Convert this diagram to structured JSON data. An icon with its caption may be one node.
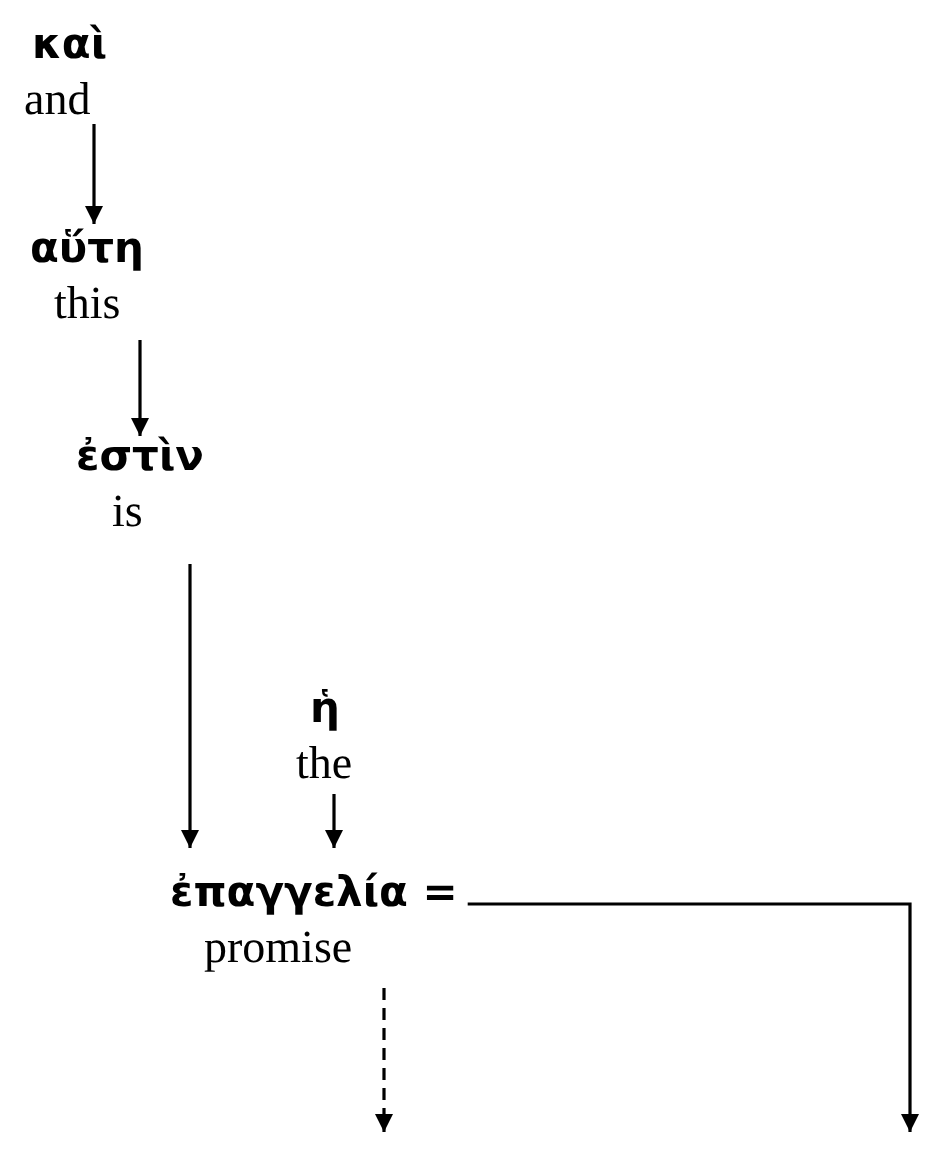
{
  "diagram": {
    "nodes": [
      {
        "text": [
          "καὶ",
          "and"
        ]
      },
      {
        "text": [
          "αὕτη",
          "this"
        ]
      },
      {
        "text": [
          "ἐστὶν",
          "is"
        ]
      },
      {
        "text": [
          "ἡ",
          "the"
        ]
      },
      {
        "text": [
          "ἐπαγγελία =",
          "promise"
        ]
      }
    ],
    "edges": [
      {
        "from": 0,
        "to": 1,
        "arrow": "to"
      },
      {
        "from": 1,
        "to": 2,
        "arrow": "to"
      },
      {
        "from": 2,
        "to": 4,
        "arrow": "to"
      },
      {
        "from": 3,
        "to": 4,
        "arrow": "to"
      },
      {
        "from": 4,
        "to": null,
        "arrow": "to",
        "style": "dashed"
      },
      {
        "from": 4,
        "to": null,
        "arrow": "to"
      }
    ]
  }
}
